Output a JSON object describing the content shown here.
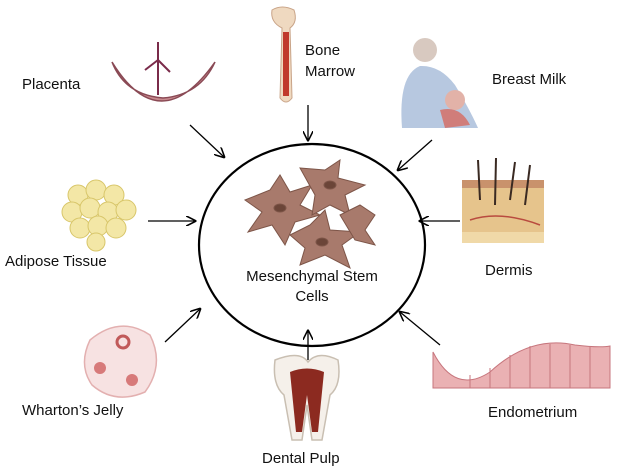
{
  "center": {
    "line1": "Mesenchymal Stem",
    "line2": "Cells"
  },
  "sources": {
    "placenta": "Placenta",
    "bone_marrow_1": "Bone",
    "bone_marrow_2": "Marrow",
    "breast_milk": "Breast Milk",
    "adipose": "Adipose Tissue",
    "dermis": "Dermis",
    "wharton": "Wharton’s Jelly",
    "dental": "Dental Pulp",
    "endometrium": "Endometrium"
  },
  "colors": {
    "cell": "#a87a6c",
    "tissue_pink": "#d9a0a8",
    "fat": "#f3e7a6",
    "arrow": "#000000"
  }
}
